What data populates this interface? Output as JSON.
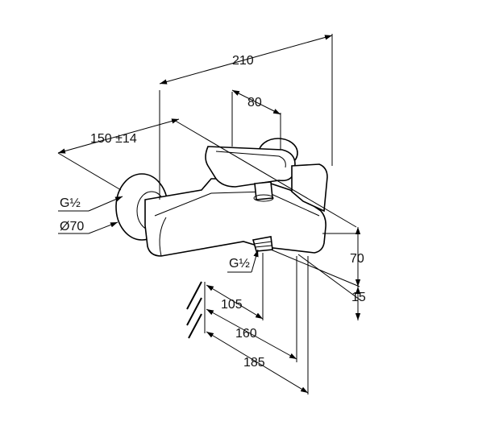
{
  "dimensions": {
    "width_overall": "210",
    "lever_width": "80",
    "projection": "150 ±14",
    "thread_left": "G½",
    "diameter": "Ø70",
    "thread_outlet": "G½",
    "height_70": "70",
    "height_15": "15",
    "depth_105": "105",
    "depth_160": "160",
    "depth_185": "185"
  },
  "colors": {
    "line": "#000000",
    "text": "#111111",
    "background": "#ffffff"
  }
}
